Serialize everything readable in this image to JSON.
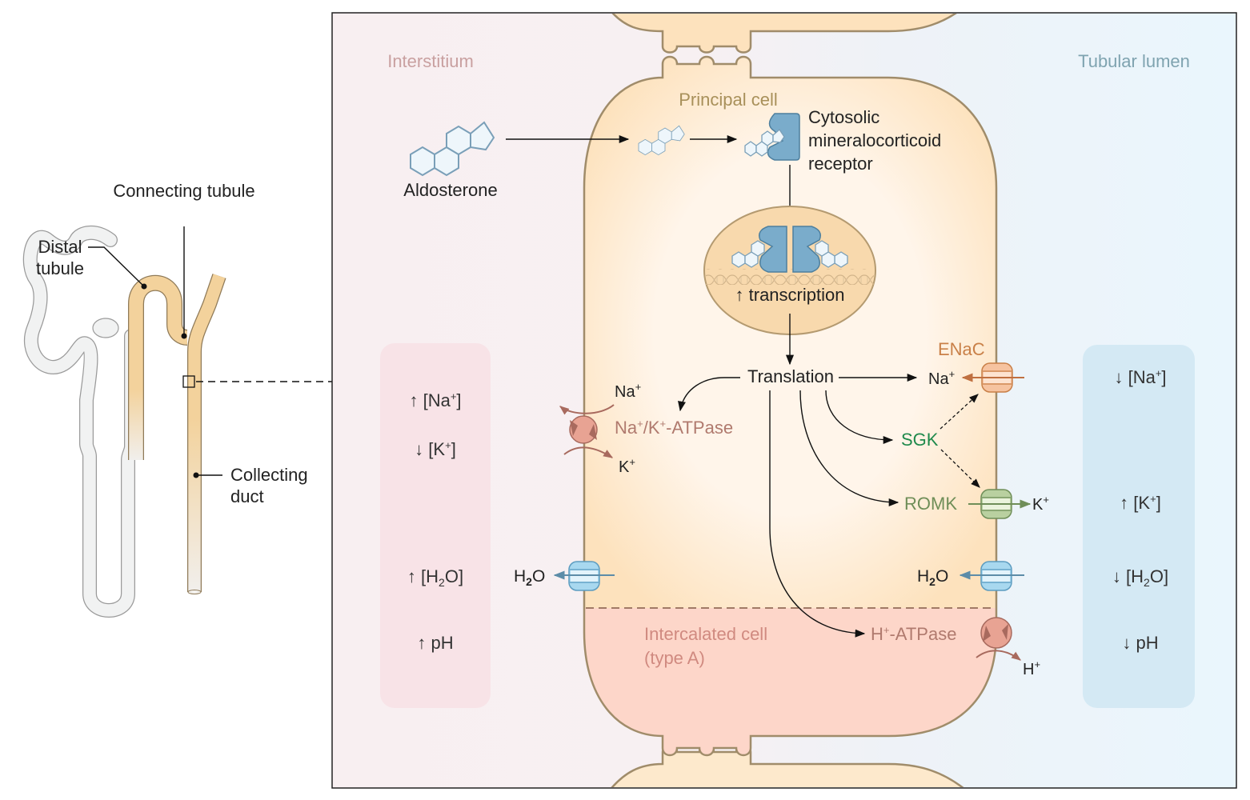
{
  "nephron": {
    "labels": {
      "connecting_tubule": "Connecting tubule",
      "distal_line1": "Distal",
      "distal_line2": "tubule",
      "collecting_line1": "Collecting",
      "collecting_line2": "duct"
    }
  },
  "regions": {
    "interstitium": "Interstitium",
    "tubular_lumen": "Tubular lumen"
  },
  "cells": {
    "principal": "Principal cell",
    "intercalated_line1": "Intercalated cell",
    "intercalated_line2": "(type A)"
  },
  "molecules": {
    "aldosterone": "Aldosterone",
    "receptor_line1": "Cytosolic",
    "receptor_line2": "mineralocorticoid",
    "receptor_line3": "receptor",
    "transcription": "↑ transcription",
    "translation": "Translation"
  },
  "transporters": {
    "nak_atpase": {
      "base1": "Na",
      "sup1": "+",
      "mid": "/K",
      "sup2": "+",
      "base2": "-ATPase"
    },
    "nak_na": {
      "base": "Na",
      "sup": "+"
    },
    "nak_k": {
      "base": "K",
      "sup": "+"
    },
    "enac": "ENaC",
    "enac_na": {
      "base": "Na",
      "sup": "+"
    },
    "sgk": "SGK",
    "romk": "ROMK",
    "romk_k": {
      "base": "K",
      "sup": "+"
    },
    "h2o_left": {
      "base": "H",
      "sub": "2",
      "tail": "O"
    },
    "h2o_right": {
      "base": "H",
      "sub": "2",
      "tail": "O"
    },
    "h_atpase": {
      "base": "H",
      "sup": "+",
      "tail": "-ATPase"
    },
    "h_out": {
      "base": "H",
      "sup": "+"
    }
  },
  "interstitium_box": [
    {
      "arrow": "↑",
      "text": "[Na",
      "sup": "+",
      "close": "]"
    },
    {
      "arrow": "↓",
      "text": "[K",
      "sup": "+",
      "close": "]"
    },
    {
      "arrow": "↑",
      "text": "[H",
      "sub": "2",
      "close": "O]"
    },
    {
      "arrow": "↑",
      "text": "pH"
    }
  ],
  "lumen_box": [
    {
      "arrow": "↓",
      "text": "[Na",
      "sup": "+",
      "close": "]"
    },
    {
      "arrow": "↑",
      "text": "[K",
      "sup": "+",
      "close": "]"
    },
    {
      "arrow": "↓",
      "text": "[H",
      "sub": "2",
      "close": "O]"
    },
    {
      "arrow": "↓",
      "text": "pH"
    }
  ],
  "colors": {
    "interstitium_text": "#c9a0a0",
    "lumen_text": "#7fa3b0",
    "principal_text": "#a8905a",
    "cell_border": "#a08c6a",
    "nak": "#b07a6e",
    "enac": "#c98048",
    "sgk": "#1f8a4c",
    "romk": "#6f8e58",
    "intercalated_text": "#d08a80"
  }
}
